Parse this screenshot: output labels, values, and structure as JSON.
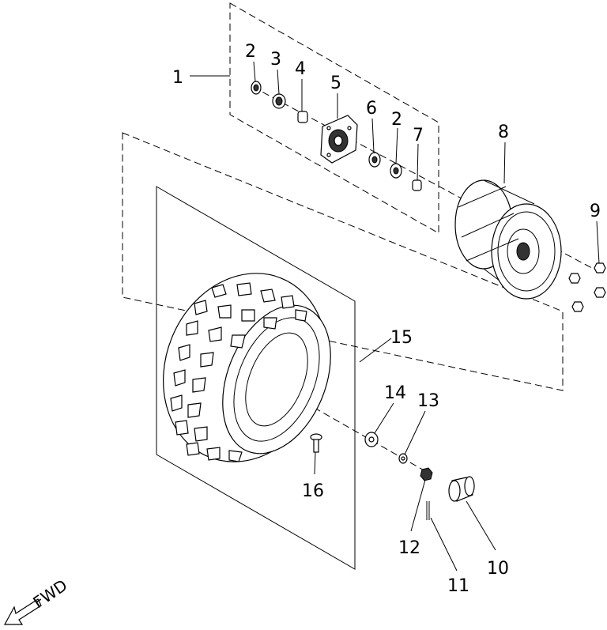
{
  "callouts": [
    {
      "id": "c1",
      "label": "1"
    },
    {
      "id": "c2a",
      "label": "2"
    },
    {
      "id": "c3",
      "label": "3"
    },
    {
      "id": "c4",
      "label": "4"
    },
    {
      "id": "c5",
      "label": "5"
    },
    {
      "id": "c6",
      "label": "6"
    },
    {
      "id": "c2b",
      "label": "2"
    },
    {
      "id": "c7",
      "label": "7"
    },
    {
      "id": "c8",
      "label": "8"
    },
    {
      "id": "c9",
      "label": "9"
    },
    {
      "id": "c10",
      "label": "10"
    },
    {
      "id": "c11",
      "label": "11"
    },
    {
      "id": "c12",
      "label": "12"
    },
    {
      "id": "c13",
      "label": "13"
    },
    {
      "id": "c14",
      "label": "14"
    },
    {
      "id": "c15",
      "label": "15"
    },
    {
      "id": "c16",
      "label": "16"
    }
  ],
  "direction": {
    "label": "FWD"
  }
}
